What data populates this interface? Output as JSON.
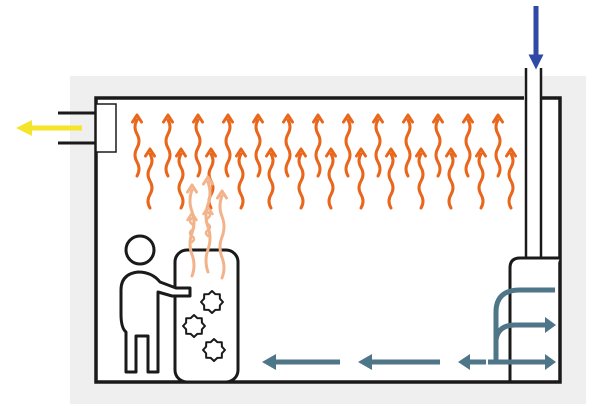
{
  "diagram": {
    "description_text": "",
    "colors": {
      "background_panel": "#efefef",
      "room_fill": "#ffffff",
      "outline": "#1a1a1a",
      "warm_air": "#e8671c",
      "steam": "#f2b38a",
      "cold_air": "#4f7688",
      "outgoing_air": "#f5e52a",
      "incoming_air": "#2f49a6"
    },
    "elements": [
      {
        "name": "room-outline",
        "kind": "wall"
      },
      {
        "name": "exhaust-vent",
        "kind": "vent"
      },
      {
        "name": "exhaust-arrow",
        "kind": "arrow",
        "flow": "out"
      },
      {
        "name": "intake-duct",
        "kind": "duct"
      },
      {
        "name": "intake-arrow",
        "kind": "arrow",
        "flow": "in"
      },
      {
        "name": "bench-unit",
        "kind": "fixture"
      },
      {
        "name": "person-figure",
        "kind": "icon"
      },
      {
        "name": "sauna-stove",
        "kind": "heater"
      },
      {
        "name": "stove-stones",
        "kind": "stones"
      }
    ]
  }
}
